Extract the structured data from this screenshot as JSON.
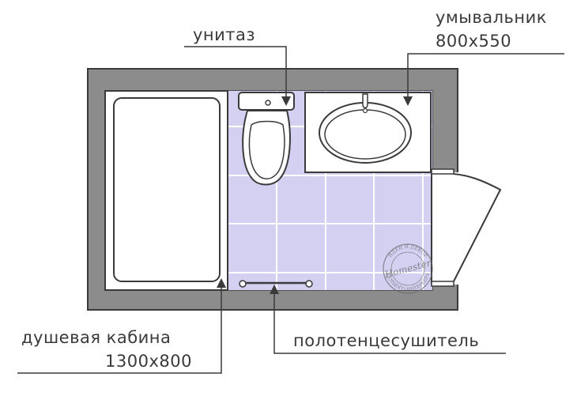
{
  "labels": {
    "toilet": "унитаз",
    "sink_name": "умывальник",
    "sink_size": "800x550",
    "shower_name": "душевая кабина",
    "shower_size": "1300x800",
    "towel_rail": "полотенцесушитель"
  },
  "stamp": {
    "brand": "Homester",
    "ring_top": "ИДЕИ И ДЕКОР",
    "ring_bottom": "УЮТНОГО ИНТЕРЬЕРА"
  },
  "colors": {
    "wall": "#8c8c8c",
    "floor_tile": "#d3d0f2",
    "grout": "#ffffff",
    "line": "#3a3a3a"
  }
}
